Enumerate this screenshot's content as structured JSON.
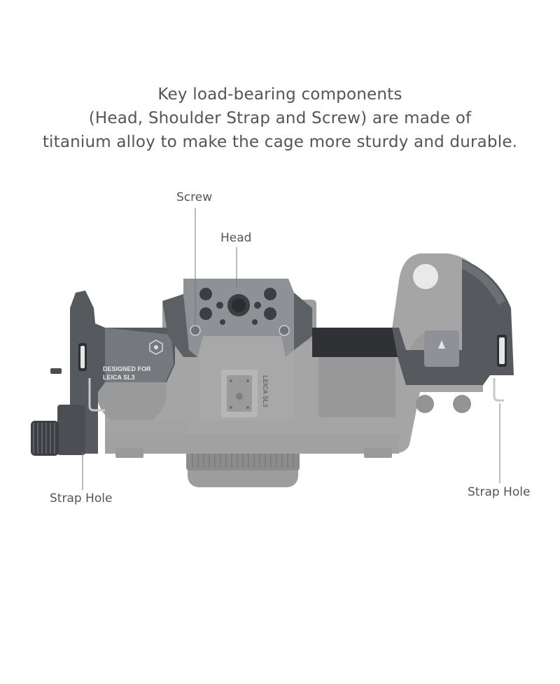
{
  "headline": {
    "line1": "Key load-bearing components",
    "line2": "(Head, Shoulder Strap and Screw) are made of",
    "line3": "titanium alloy to make the cage more sturdy and durable."
  },
  "callouts": {
    "screw": "Screw",
    "head": "Head",
    "strap_hole_left": "Strap Hole",
    "strap_hole_right": "Strap Hole"
  },
  "product_markings": {
    "designed_for_1": "DESIGNED FOR",
    "designed_for_2": "LEICA SL3",
    "camera_model": "LEICA SL3"
  },
  "colors": {
    "text": "#555555",
    "camera_body": "#a5a5a5",
    "cage_dark": "#55585c",
    "cage_plate": "#8e9196",
    "leader_line": "#777777"
  }
}
